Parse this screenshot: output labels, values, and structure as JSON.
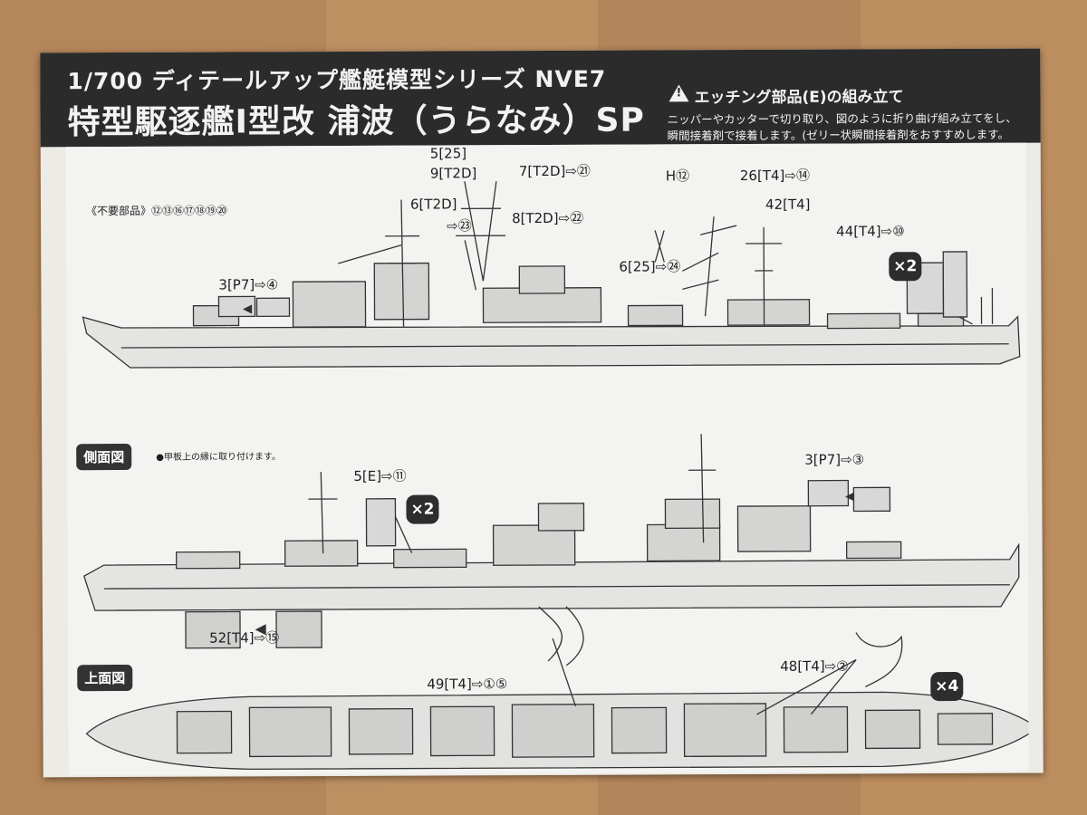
{
  "header": {
    "series": "1/700 ディテールアップ艦艇模型シリーズ NVE7",
    "ship_name": "特型駆逐艦Ⅰ型改 浦波（うらなみ）SP",
    "warning_title": "エッチング部品(E)の組み立て",
    "instruction_line1": "ニッパーやカッターで切り取り、図のように折り曲げ組み立てをし、",
    "instruction_line2": "瞬間接着剤で接着します。(ゼリー状瞬間接着剤をおすすめします。"
  },
  "unused_parts": "《不要部品》⑫⑬⑯⑰⑱⑲⑳",
  "side_view_top_labels": {
    "p5_25": "5[25]",
    "p9_t2d": "9[T2D]",
    "p7_t2d": "7[T2D]⇨㉑",
    "p6_t2d": "6[T2D]",
    "p6_t2d_ref": "⇨㉓",
    "p8_t2d": "8[T2D]⇨㉒",
    "p3_p7": "3[P7]⇨④",
    "h12": "H⑫",
    "p26_t4": "26[T4]⇨⑭",
    "p42_t4": "42[T4]",
    "p44_t4": "44[T4]⇨⑩",
    "p6_25": "6[25]⇨㉔",
    "x2": "×2"
  },
  "side_view": {
    "title": "側面図",
    "note": "●甲板上の縁に取り付けます。",
    "p5_e": "5[E]⇨⑪",
    "x2": "×2",
    "p3_p7": "3[P7]⇨③"
  },
  "top_view": {
    "title": "上面図",
    "p52_t4": "52[T4]⇨⑮",
    "p49_t4": "49[T4]⇨①⑤",
    "p48_t4": "48[T4]⇨②",
    "x4": "×4"
  },
  "colors": {
    "sheet": "#ecebe6",
    "header": "#2b2b2b",
    "ink": "#333333",
    "hull": "#e6e6e6"
  }
}
